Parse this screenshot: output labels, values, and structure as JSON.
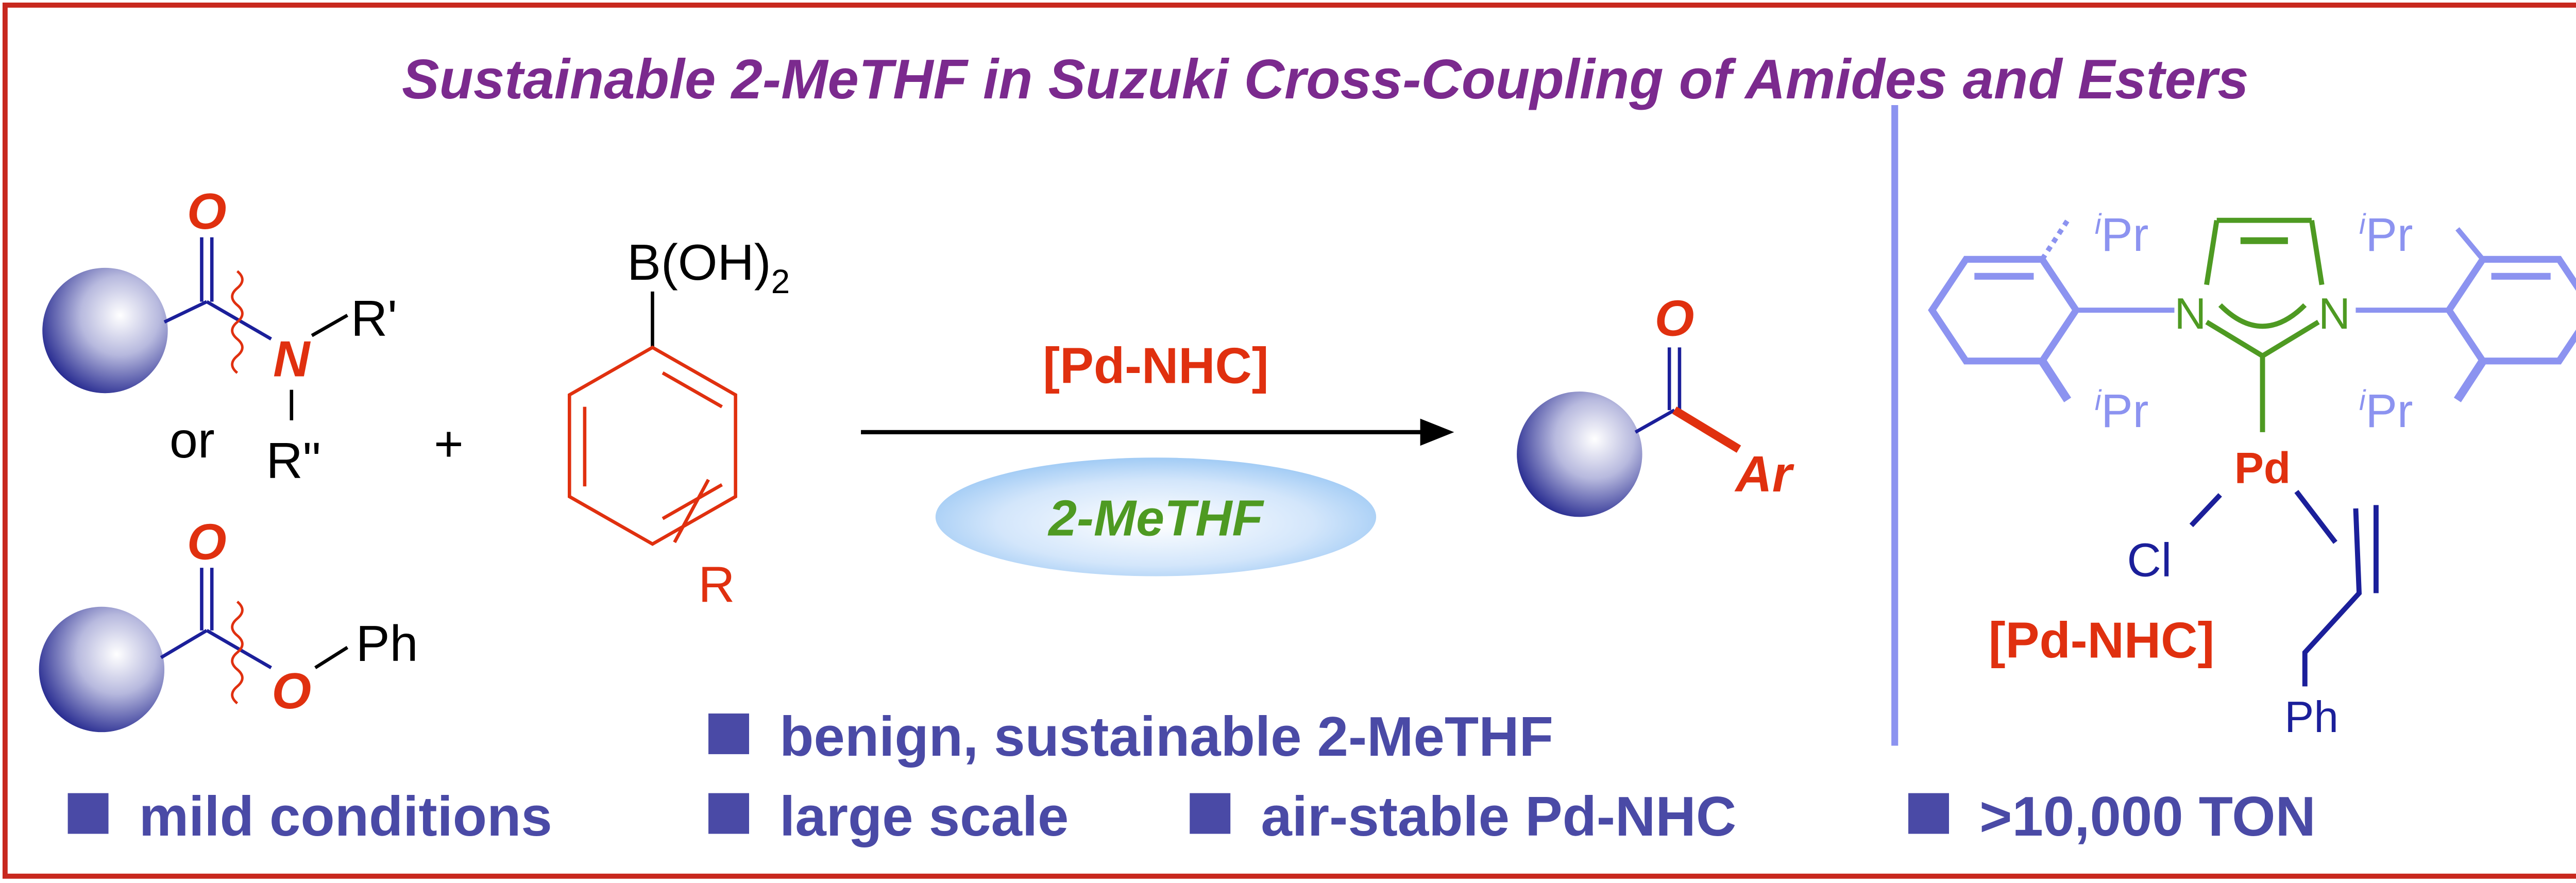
{
  "title": "Sustainable 2-MeTHF in Suzuki Cross-Coupling of Amides and Esters",
  "colors": {
    "title": "#7B2A8E",
    "border": "#C8281E",
    "red": "#E0300F",
    "navy": "#1B1F9A",
    "green": "#4E9A22",
    "lavender": "#8C93F0",
    "bullet": "#4A4AA6"
  },
  "reactants": {
    "amide": {
      "O": "O",
      "N": "N",
      "R1": "R'",
      "R2": "R\""
    },
    "or": "or",
    "ester": {
      "O1": "O",
      "O2": "O",
      "Ph": "Ph"
    },
    "plus": "+",
    "boronic": {
      "group": "B(OH)",
      "subscript": "2",
      "R": "R"
    }
  },
  "arrow": {
    "catalyst": "[Pd-NHC]",
    "solvent": "2-MeTHF"
  },
  "product": {
    "O": "O",
    "Ar": "Ar"
  },
  "catalyst_structure": {
    "iPr_prefix": "i",
    "iPr": "Pr",
    "N1": "N",
    "N2": "N",
    "Pd": "Pd",
    "Cl": "Cl",
    "Ph": "Ph",
    "label": "[Pd-NHC]"
  },
  "bullets": {
    "row1": [
      "benign, sustainable 2-MeTHF"
    ],
    "row2": [
      "mild conditions",
      "large scale",
      "air-stable Pd-NHC",
      ">10,000 TON"
    ]
  }
}
